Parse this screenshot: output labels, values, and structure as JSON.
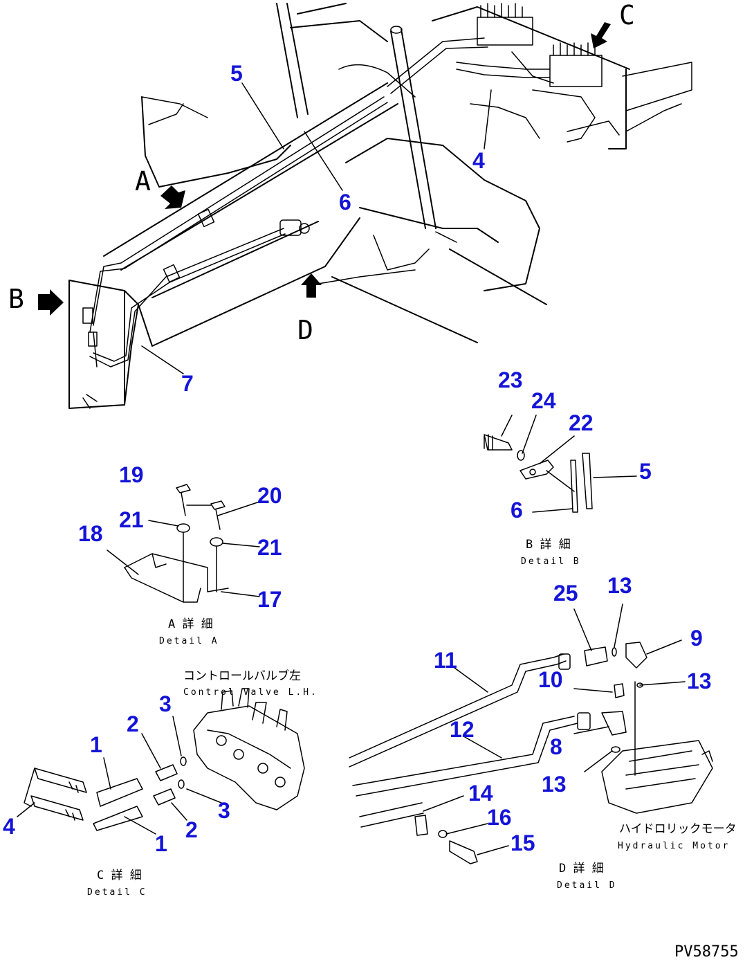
{
  "view_letters": {
    "a": "A",
    "b": "B",
    "c": "C",
    "d": "D"
  },
  "callouts": {
    "n1": "1",
    "n2": "2",
    "n3": "3",
    "n4": "4",
    "n5": "5",
    "n6": "6",
    "n7": "7",
    "n8": "8",
    "n9": "9",
    "n10": "10",
    "n11": "11",
    "n12": "12",
    "n13": "13",
    "n14": "14",
    "n15": "15",
    "n16": "16",
    "n17": "17",
    "n18": "18",
    "n19": "19",
    "n20": "20",
    "n21": "21",
    "n22": "22",
    "n23": "23",
    "n24": "24",
    "n25": "25"
  },
  "details": {
    "a": {
      "jp": "A 詳 細",
      "en": "Detail A"
    },
    "b": {
      "jp": "B 詳 細",
      "en": "Detail B"
    },
    "c": {
      "jp": "C 詳 細",
      "en": "Detail C"
    },
    "d": {
      "jp": "D 詳 細",
      "en": "Detail D"
    }
  },
  "labels": {
    "control_valve_jp": "コントロールバルブ左",
    "control_valve_en": "Control Valve L.H.",
    "hydraulic_motor_jp": "ハイドロリックモータ",
    "hydraulic_motor_en": "Hydraulic Motor"
  },
  "drawing_code": "PV58755"
}
